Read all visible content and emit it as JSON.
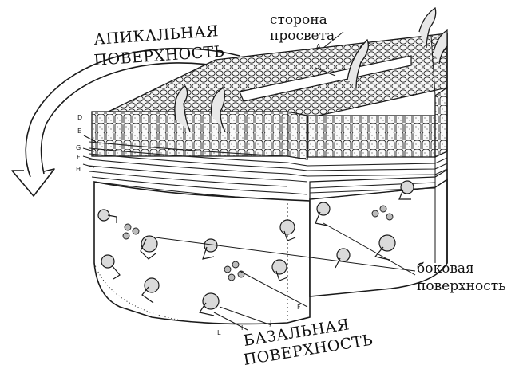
{
  "labels": {
    "lumen_side": [
      "сторона",
      "просвета"
    ],
    "apical_surface": [
      "АПИКАЛЬНАЯ",
      "ПОВЕРХНОСТЬ"
    ],
    "lateral_surface": [
      "боковая",
      "поверхность"
    ],
    "basal_surface": [
      "БАЗАЛЬНАЯ",
      "ПОВЕРХНОСТЬ"
    ]
  },
  "letters": [
    "A",
    "D",
    "E",
    "G",
    "F",
    "H",
    "F",
    "J",
    "I",
    "L"
  ],
  "ink_color": "#1a1a1a"
}
